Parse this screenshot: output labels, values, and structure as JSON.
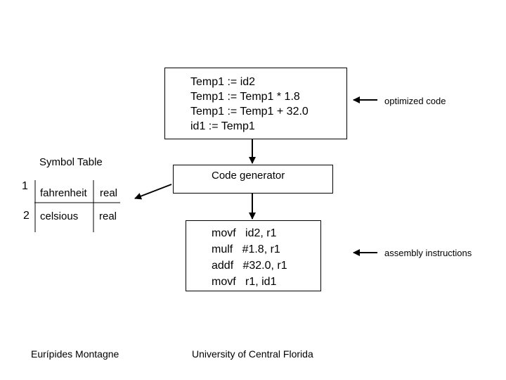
{
  "optimized_code": {
    "lines": [
      "Temp1 := id2",
      "Temp1 := Temp1 * 1.8",
      "Temp1 := Temp1 + 32.0",
      "id1 := Temp1"
    ],
    "annotation": "optimized code"
  },
  "code_generator": {
    "label": "Code generator"
  },
  "assembly": {
    "lines": [
      "movf   id2, r1",
      "mulf   #1.8, r1",
      "addf   #32.0, r1",
      "movf   r1, id1"
    ],
    "annotation": "assembly instructions"
  },
  "symbol_table": {
    "title": "Symbol Table",
    "rows": [
      {
        "index": "1",
        "name": "fahrenheit",
        "type": "real"
      },
      {
        "index": "2",
        "name": "celsious",
        "type": "real"
      }
    ]
  },
  "footer": {
    "author": "Eurípides Montagne",
    "institution": "University of Central Florida"
  }
}
